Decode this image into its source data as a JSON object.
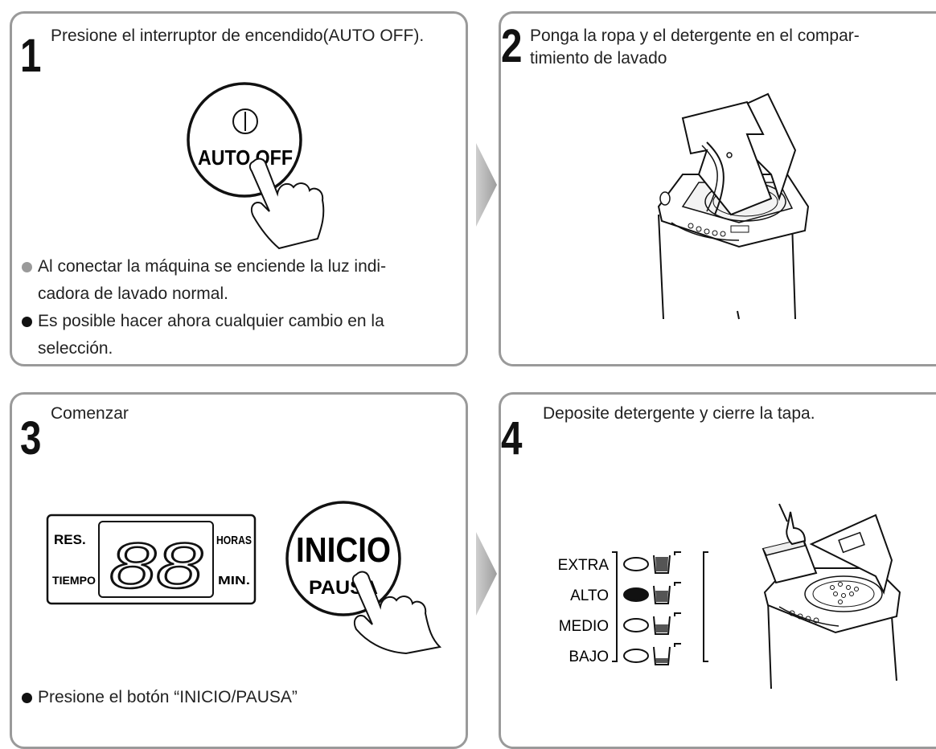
{
  "steps": [
    {
      "number": "1",
      "heading": "Presione el interruptor de encendido(AUTO OFF).",
      "bullets": [
        "Al conectar la máquina se enciende la luz indi-\ncadora de lavado normal.",
        "Es posible hacer ahora cualquier cambio en la\nselección."
      ],
      "button_label": "AUTO OFF"
    },
    {
      "number": "2",
      "heading": "Ponga la ropa y el detergente en el compar-\ntimiento de lavado"
    },
    {
      "number": "3",
      "heading": "Comenzar",
      "display": {
        "left_top": "RES.",
        "left_bottom": "TIEMPO",
        "digits": "88",
        "right_top": "HORAS",
        "right_bottom": "MIN."
      },
      "button_top": "INICIO",
      "button_bottom": "PAUSA",
      "bullets": [
        "Presione el botón “INICIO/PAUSA”"
      ]
    },
    {
      "number": "4",
      "heading": "Deposite detergente y cierre la tapa.",
      "levels": [
        "EXTRA",
        "ALTO",
        "MEDIO",
        "BAJO"
      ],
      "selected_level": "ALTO"
    }
  ],
  "colors": {
    "border": "#9a9a9a",
    "arrow": "#a8a8a8",
    "text": "#222222"
  }
}
